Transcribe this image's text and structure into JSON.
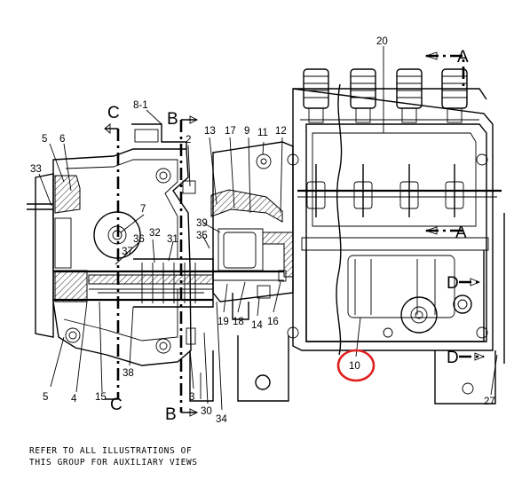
{
  "callouts": {
    "c20": "20",
    "c8_1": "8-1",
    "c5a": "5",
    "c6": "6",
    "c33": "33",
    "c13": "13",
    "c17": "17",
    "c9": "9",
    "c11": "11",
    "c12": "12",
    "c2": "2",
    "c7": "7",
    "c39": "39",
    "c36": "36",
    "c32": "32",
    "c31": "31",
    "c35": "35",
    "c37": "37",
    "c19": "19",
    "c18": "18",
    "c14": "14",
    "c16": "16",
    "c10": "10",
    "c5b": "5",
    "c4": "4",
    "c15": "15",
    "c38": "38",
    "c3": "3",
    "c30": "30",
    "c34": "34",
    "c27": "27"
  },
  "sections": {
    "a_top": "A",
    "a_mid": "A",
    "b_top": "B",
    "b_bot": "B",
    "c_top": "C",
    "c_bot": "C",
    "d_mid": "D",
    "d_bot": "D"
  },
  "note": {
    "line1": "REFER TO ALL ILLUSTRATIONS OF",
    "line2": "THIS GROUP FOR AUXILIARY VIEWS"
  },
  "highlight": {
    "target": "10",
    "color": "#e02020"
  },
  "colors": {
    "ink": "#000000",
    "paper": "#ffffff"
  }
}
